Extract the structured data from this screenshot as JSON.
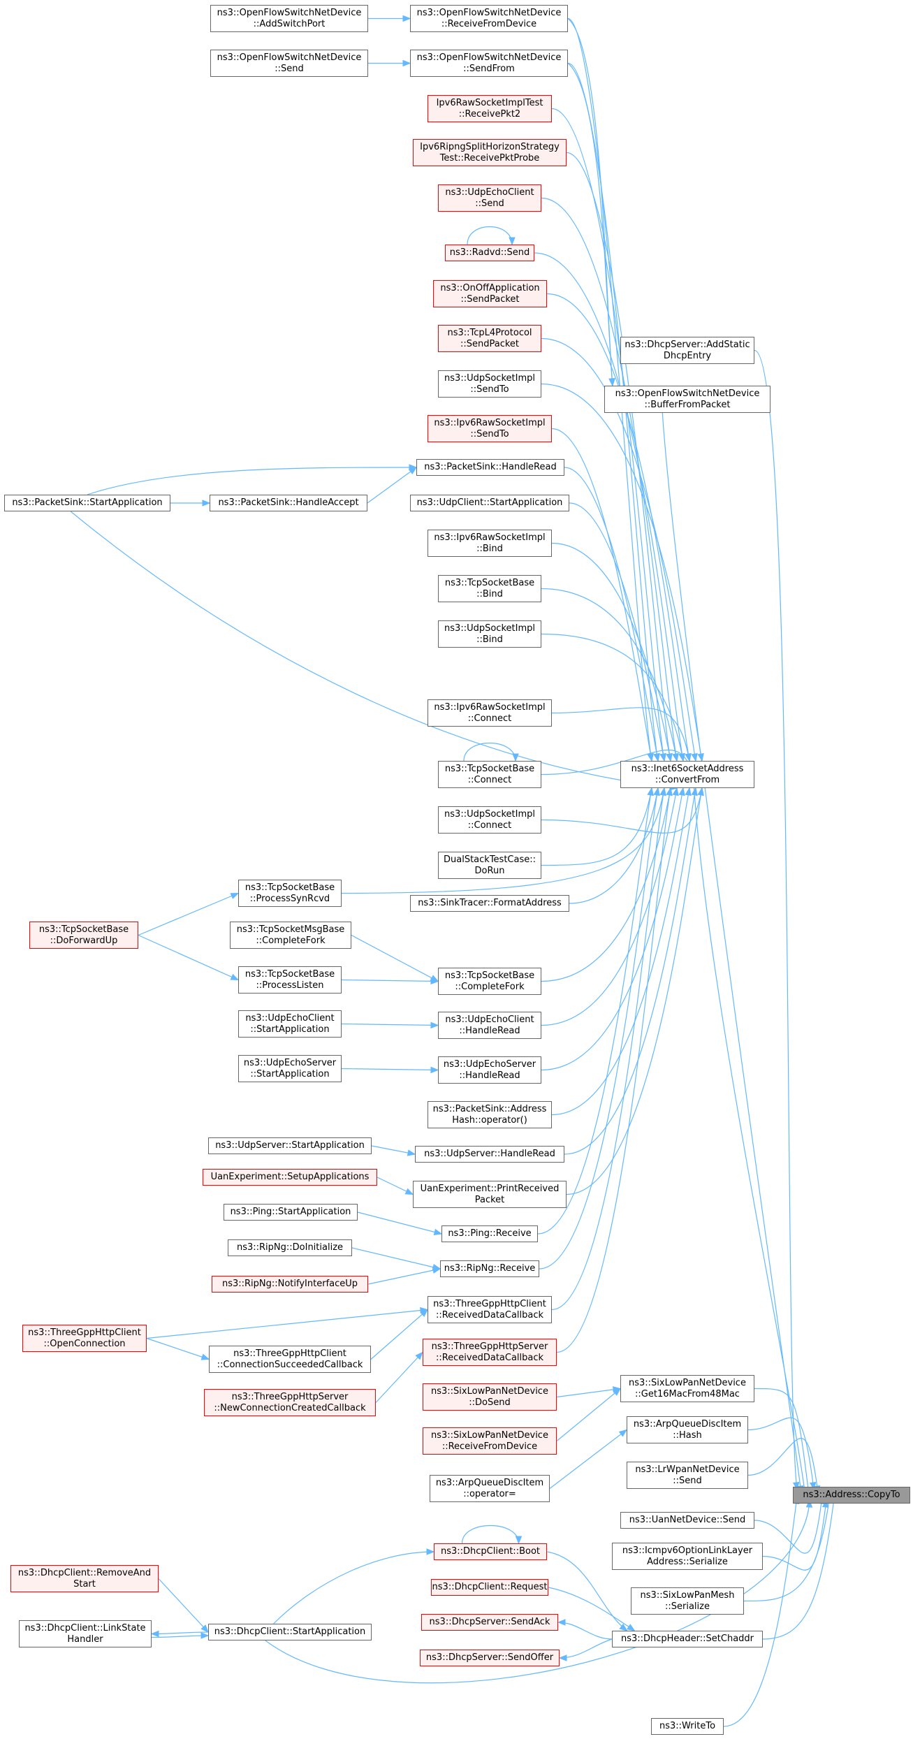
{
  "colors": {
    "edge": "#63b8ff",
    "default_border": "#666666",
    "red_border": "#ff0000",
    "red_fill": "#fff0f0",
    "focus_fill": "#999999"
  },
  "nodes": [
    {
      "id": "n1",
      "lines": [
        "ns3::OpenFlowSwitchNetDevice",
        "::AddSwitchPort"
      ],
      "style": "normal"
    },
    {
      "id": "n2",
      "lines": [
        "ns3::OpenFlowSwitchNetDevice",
        "::ReceiveFromDevice"
      ],
      "style": "normal"
    },
    {
      "id": "n3",
      "lines": [
        "ns3::OpenFlowSwitchNetDevice",
        "::Send"
      ],
      "style": "normal"
    },
    {
      "id": "n4",
      "lines": [
        "ns3::OpenFlowSwitchNetDevice",
        "::SendFrom"
      ],
      "style": "normal"
    },
    {
      "id": "n5",
      "lines": [
        "Ipv6RawSocketImplTest",
        "::ReceivePkt2"
      ],
      "style": "red"
    },
    {
      "id": "n6",
      "lines": [
        "Ipv6RipngSplitHorizonStrategy",
        "Test::ReceivePktProbe"
      ],
      "style": "red"
    },
    {
      "id": "n7",
      "lines": [
        "ns3::UdpEchoClient",
        "::Send"
      ],
      "style": "red"
    },
    {
      "id": "n8",
      "lines": [
        "ns3::Radvd::Send"
      ],
      "style": "red"
    },
    {
      "id": "n9",
      "lines": [
        "ns3::OnOffApplication",
        "::SendPacket"
      ],
      "style": "red"
    },
    {
      "id": "n10",
      "lines": [
        "ns3::TcpL4Protocol",
        "::SendPacket"
      ],
      "style": "red"
    },
    {
      "id": "n11",
      "lines": [
        "ns3::UdpSocketImpl",
        "::SendTo"
      ],
      "style": "normal"
    },
    {
      "id": "n12",
      "lines": [
        "ns3::Ipv6RawSocketImpl",
        "::SendTo"
      ],
      "style": "red"
    },
    {
      "id": "n13",
      "lines": [
        "ns3::PacketSink::HandleRead"
      ],
      "style": "normal"
    },
    {
      "id": "n14",
      "lines": [
        "ns3::PacketSink::StartApplication"
      ],
      "style": "normal"
    },
    {
      "id": "n15",
      "lines": [
        "ns3::PacketSink::HandleAccept"
      ],
      "style": "normal"
    },
    {
      "id": "n16",
      "lines": [
        "ns3::UdpClient::StartApplication"
      ],
      "style": "normal"
    },
    {
      "id": "n17",
      "lines": [
        "ns3::Ipv6RawSocketImpl",
        "::Bind"
      ],
      "style": "normal"
    },
    {
      "id": "n18",
      "lines": [
        "ns3::TcpSocketBase",
        "::Bind"
      ],
      "style": "normal"
    },
    {
      "id": "n19",
      "lines": [
        "ns3::UdpSocketImpl",
        "::Bind"
      ],
      "style": "normal"
    },
    {
      "id": "n20",
      "lines": [
        "ns3::Ipv6RawSocketImpl",
        "::Connect"
      ],
      "style": "normal"
    },
    {
      "id": "n21",
      "lines": [
        "ns3::TcpSocketBase",
        "::Connect"
      ],
      "style": "normal"
    },
    {
      "id": "n22",
      "lines": [
        "ns3::UdpSocketImpl",
        "::Connect"
      ],
      "style": "normal"
    },
    {
      "id": "n23",
      "lines": [
        "DualStackTestCase::",
        "DoRun"
      ],
      "style": "normal"
    },
    {
      "id": "n24",
      "lines": [
        "ns3::SinkTracer::FormatAddress"
      ],
      "style": "normal"
    },
    {
      "id": "n25",
      "lines": [
        "ns3::TcpSocketBase",
        "::ProcessSynRcvd"
      ],
      "style": "normal"
    },
    {
      "id": "n26",
      "lines": [
        "ns3::TcpSocketBase",
        "::DoForwardUp"
      ],
      "style": "red"
    },
    {
      "id": "n27",
      "lines": [
        "ns3::TcpSocketMsgBase",
        "::CompleteFork"
      ],
      "style": "normal"
    },
    {
      "id": "n28",
      "lines": [
        "ns3::TcpSocketBase",
        "::ProcessListen"
      ],
      "style": "normal"
    },
    {
      "id": "n29",
      "lines": [
        "ns3::TcpSocketBase",
        "::CompleteFork"
      ],
      "style": "normal"
    },
    {
      "id": "n30",
      "lines": [
        "ns3::UdpEchoClient",
        "::StartApplication"
      ],
      "style": "normal"
    },
    {
      "id": "n31",
      "lines": [
        "ns3::UdpEchoClient",
        "::HandleRead"
      ],
      "style": "normal"
    },
    {
      "id": "n32",
      "lines": [
        "ns3::UdpEchoServer",
        "::StartApplication"
      ],
      "style": "normal"
    },
    {
      "id": "n33",
      "lines": [
        "ns3::UdpEchoServer",
        "::HandleRead"
      ],
      "style": "normal"
    },
    {
      "id": "n34",
      "lines": [
        "ns3::PacketSink::Address",
        "Hash::operator()"
      ],
      "style": "normal"
    },
    {
      "id": "n35",
      "lines": [
        "ns3::UdpServer::StartApplication"
      ],
      "style": "normal"
    },
    {
      "id": "n36",
      "lines": [
        "ns3::UdpServer::HandleRead"
      ],
      "style": "normal"
    },
    {
      "id": "n37",
      "lines": [
        "UanExperiment::SetupApplications"
      ],
      "style": "red"
    },
    {
      "id": "n38",
      "lines": [
        "UanExperiment::PrintReceived",
        "Packet"
      ],
      "style": "normal"
    },
    {
      "id": "n39",
      "lines": [
        "ns3::Ping::StartApplication"
      ],
      "style": "normal"
    },
    {
      "id": "n40",
      "lines": [
        "ns3::Ping::Receive"
      ],
      "style": "normal"
    },
    {
      "id": "n41",
      "lines": [
        "ns3::RipNg::DoInitialize"
      ],
      "style": "normal"
    },
    {
      "id": "n42",
      "lines": [
        "ns3::RipNg::Receive"
      ],
      "style": "normal"
    },
    {
      "id": "n43",
      "lines": [
        "ns3::RipNg::NotifyInterfaceUp"
      ],
      "style": "red"
    },
    {
      "id": "n44",
      "lines": [
        "ns3::ThreeGppHttpClient",
        "::ReceivedDataCallback"
      ],
      "style": "normal"
    },
    {
      "id": "n45",
      "lines": [
        "ns3::ThreeGppHttpClient",
        "::OpenConnection"
      ],
      "style": "red"
    },
    {
      "id": "n46",
      "lines": [
        "ns3::ThreeGppHttpClient",
        "::ConnectionSucceededCallback"
      ],
      "style": "normal"
    },
    {
      "id": "n47",
      "lines": [
        "ns3::ThreeGppHttpServer",
        "::ReceivedDataCallback"
      ],
      "style": "red"
    },
    {
      "id": "n48",
      "lines": [
        "ns3::ThreeGppHttpServer",
        "::NewConnectionCreatedCallback"
      ],
      "style": "red"
    },
    {
      "id": "n49",
      "lines": [
        "ns3::DhcpServer::AddStatic",
        "DhcpEntry"
      ],
      "style": "normal"
    },
    {
      "id": "n50",
      "lines": [
        "ns3::OpenFlowSwitchNetDevice",
        "::BufferFromPacket"
      ],
      "style": "normal"
    },
    {
      "id": "n51",
      "lines": [
        "ns3::Inet6SocketAddress",
        "::ConvertFrom"
      ],
      "style": "normal"
    },
    {
      "id": "n52",
      "lines": [
        "ns3::SixLowPanNetDevice",
        "::Get16MacFrom48Mac"
      ],
      "style": "normal"
    },
    {
      "id": "n53",
      "lines": [
        "ns3::SixLowPanNetDevice",
        "::DoSend"
      ],
      "style": "red"
    },
    {
      "id": "n54",
      "lines": [
        "ns3::SixLowPanNetDevice",
        "::ReceiveFromDevice"
      ],
      "style": "red"
    },
    {
      "id": "n55",
      "lines": [
        "ns3::ArpQueueDiscItem",
        "::Hash"
      ],
      "style": "normal"
    },
    {
      "id": "n56",
      "lines": [
        "ns3::ArpQueueDiscItem",
        "::operator="
      ],
      "style": "normal"
    },
    {
      "id": "n57",
      "lines": [
        "ns3::LrWpanNetDevice",
        "::Send"
      ],
      "style": "normal"
    },
    {
      "id": "n58",
      "lines": [
        "ns3::Address::CopyTo"
      ],
      "style": "focus"
    },
    {
      "id": "n59",
      "lines": [
        "ns3::UanNetDevice::Send"
      ],
      "style": "normal"
    },
    {
      "id": "n60",
      "lines": [
        "ns3::Icmpv6OptionLinkLayer",
        "Address::Serialize"
      ],
      "style": "normal"
    },
    {
      "id": "n61",
      "lines": [
        "ns3::SixLowPanMesh",
        "::Serialize"
      ],
      "style": "normal"
    },
    {
      "id": "n62",
      "lines": [
        "ns3::DhcpClient::RemoveAnd",
        "Start"
      ],
      "style": "red"
    },
    {
      "id": "n63",
      "lines": [
        "ns3::DhcpClient::Boot"
      ],
      "style": "red"
    },
    {
      "id": "n64",
      "lines": [
        "ns3::DhcpClient::LinkState",
        "Handler"
      ],
      "style": "normal"
    },
    {
      "id": "n65",
      "lines": [
        "ns3::DhcpClient::StartApplication"
      ],
      "style": "normal"
    },
    {
      "id": "n66",
      "lines": [
        "ns3::DhcpClient::Request"
      ],
      "style": "red"
    },
    {
      "id": "n67",
      "lines": [
        "ns3::DhcpServer::SendAck"
      ],
      "style": "red"
    },
    {
      "id": "n68",
      "lines": [
        "ns3::DhcpHeader::SetChaddr"
      ],
      "style": "normal"
    },
    {
      "id": "n69",
      "lines": [
        "ns3::DhcpServer::SendOffer"
      ],
      "style": "red"
    },
    {
      "id": "n70",
      "lines": [
        "ns3::WriteTo"
      ],
      "style": "normal"
    }
  ]
}
